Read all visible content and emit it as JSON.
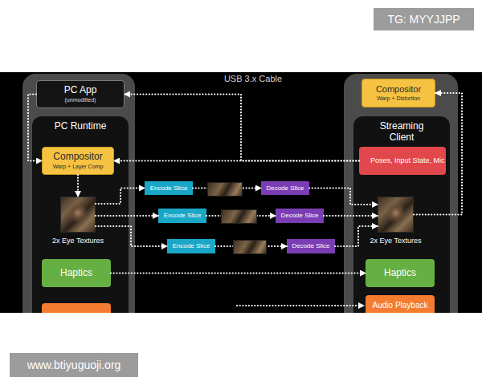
{
  "diagram": {
    "nodes": [
      {
        "text": [
          "PC App",
          "(unmodified)"
        ]
      },
      {
        "text": [
          "Compositor",
          "Warp + Distortion"
        ]
      },
      {
        "text": [
          "PC Runtime"
        ]
      },
      {
        "text": [
          "Compositor",
          "Warp + Layer Comp"
        ],
        "in": 2
      },
      {
        "text": [
          "2x Eye Textures"
        ],
        "in": 2
      },
      {
        "text": [
          "Haptics"
        ],
        "in": 2
      },
      {
        "text": [
          "Streaming Client"
        ]
      },
      {
        "text": [
          "Poses, Input State, Mic"
        ],
        "in": 6
      },
      {
        "text": [
          "2x Eye Textures"
        ],
        "in": 6
      },
      {
        "text": [
          "Haptics"
        ],
        "in": 6
      },
      {
        "text": [
          "Audio Playback"
        ],
        "in": 6
      },
      {
        "text": [
          "Encode Slice"
        ]
      },
      {
        "text": [
          "Decode Slice"
        ]
      },
      {
        "text": [
          "Encode Slice"
        ]
      },
      {
        "text": [
          "Decode Slice"
        ]
      },
      {
        "text": [
          "Encode Slice"
        ]
      },
      {
        "text": [
          "Decode Slice"
        ]
      }
    ],
    "edges": [
      {
        "from": 0,
        "to": 3,
        "arrow": "to"
      },
      {
        "from": 7,
        "to": 3,
        "arrow": "to"
      },
      {
        "from": 7,
        "to": 0,
        "arrow": "to"
      },
      {
        "from": 3,
        "to": 4,
        "arrow": "to"
      },
      {
        "from": 4,
        "to": 11,
        "arrow": "to"
      },
      {
        "from": 4,
        "to": 13,
        "arrow": "to"
      },
      {
        "from": 4,
        "to": 15,
        "arrow": "to"
      },
      {
        "from": 11,
        "to": 12,
        "arrow": "to"
      },
      {
        "from": 13,
        "to": 14,
        "arrow": "to"
      },
      {
        "from": 15,
        "to": 16,
        "arrow": "to"
      },
      {
        "from": 12,
        "to": 8,
        "arrow": "to"
      },
      {
        "from": 14,
        "to": 8,
        "arrow": "to"
      },
      {
        "from": 16,
        "to": 8,
        "arrow": "to"
      },
      {
        "from": 8,
        "to": 1,
        "arrow": "to"
      },
      {
        "from": 5,
        "to": 9,
        "arrow": "to"
      }
    ],
    "labels": [
      "USB 3.x Cable",
      "TG: MYYJJPP",
      "www.btiyuguoji.org"
    ]
  }
}
